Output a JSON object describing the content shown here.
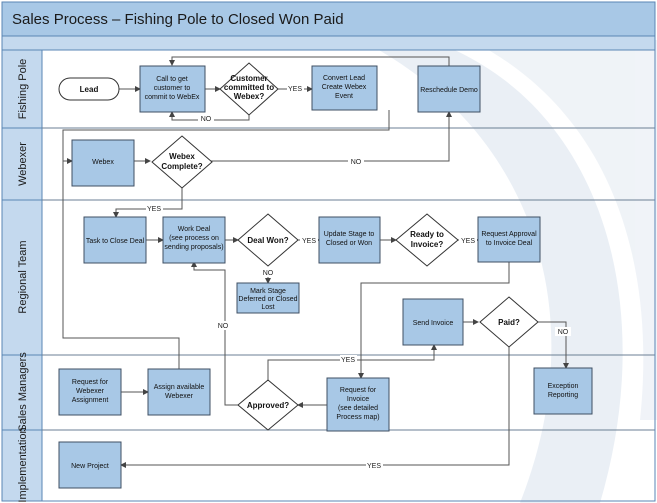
{
  "title": "Sales Process – Fishing Pole to Closed Won Paid",
  "colors": {
    "header_fill": "#a8c8e6",
    "header_border": "#5a86b4",
    "lane_fill": "#c4d9ee",
    "box_fill": "#a8c8e6",
    "box_border": "#3f4f63",
    "line": "#555555"
  },
  "lanes": [
    {
      "id": "fishing",
      "label": "Fishing Pole"
    },
    {
      "id": "webexer",
      "label": "Webexer"
    },
    {
      "id": "regional",
      "label": "Regional Team"
    },
    {
      "id": "managers",
      "label": "Sales Managers"
    },
    {
      "id": "impl",
      "label": "Implementation"
    }
  ],
  "nodes": {
    "lead": "Lead",
    "call": [
      "Call to get",
      "customer to",
      "commit to WebEx"
    ],
    "committed": [
      "Customer",
      "committed to",
      "Webex?"
    ],
    "convert": [
      "Convert Lead",
      "Create Webex",
      "Event"
    ],
    "reschedule": "Reschedule Demo",
    "webex": "Webex",
    "complete": [
      "Webex",
      "Complete?"
    ],
    "task": "Task to Close Deal",
    "work": [
      "Work Deal",
      "(see process on",
      "sending proposals)"
    ],
    "won": "Deal Won?",
    "update": [
      "Update Stage to",
      "Closed or Won"
    ],
    "ready": [
      "Ready to",
      "Invoice?"
    ],
    "approval": [
      "Request Approval",
      "to Invoice Deal"
    ],
    "mark": [
      "Mark Stage",
      "Deferred or Closed",
      "Lost"
    ],
    "send": "Send Invoice",
    "paid": "Paid?",
    "request_webexer": [
      "Request for",
      "Webexer",
      "Assignment"
    ],
    "assign": [
      "Assign available",
      "Webexer"
    ],
    "approved": "Approved?",
    "request_invoice": [
      "Request for",
      "Invoice",
      "(see detailed",
      "Process map)"
    ],
    "exception": [
      "Exception",
      "Reporting"
    ],
    "new_project": "New Project"
  },
  "edge_labels": {
    "yes": "YES",
    "no": "NO"
  }
}
